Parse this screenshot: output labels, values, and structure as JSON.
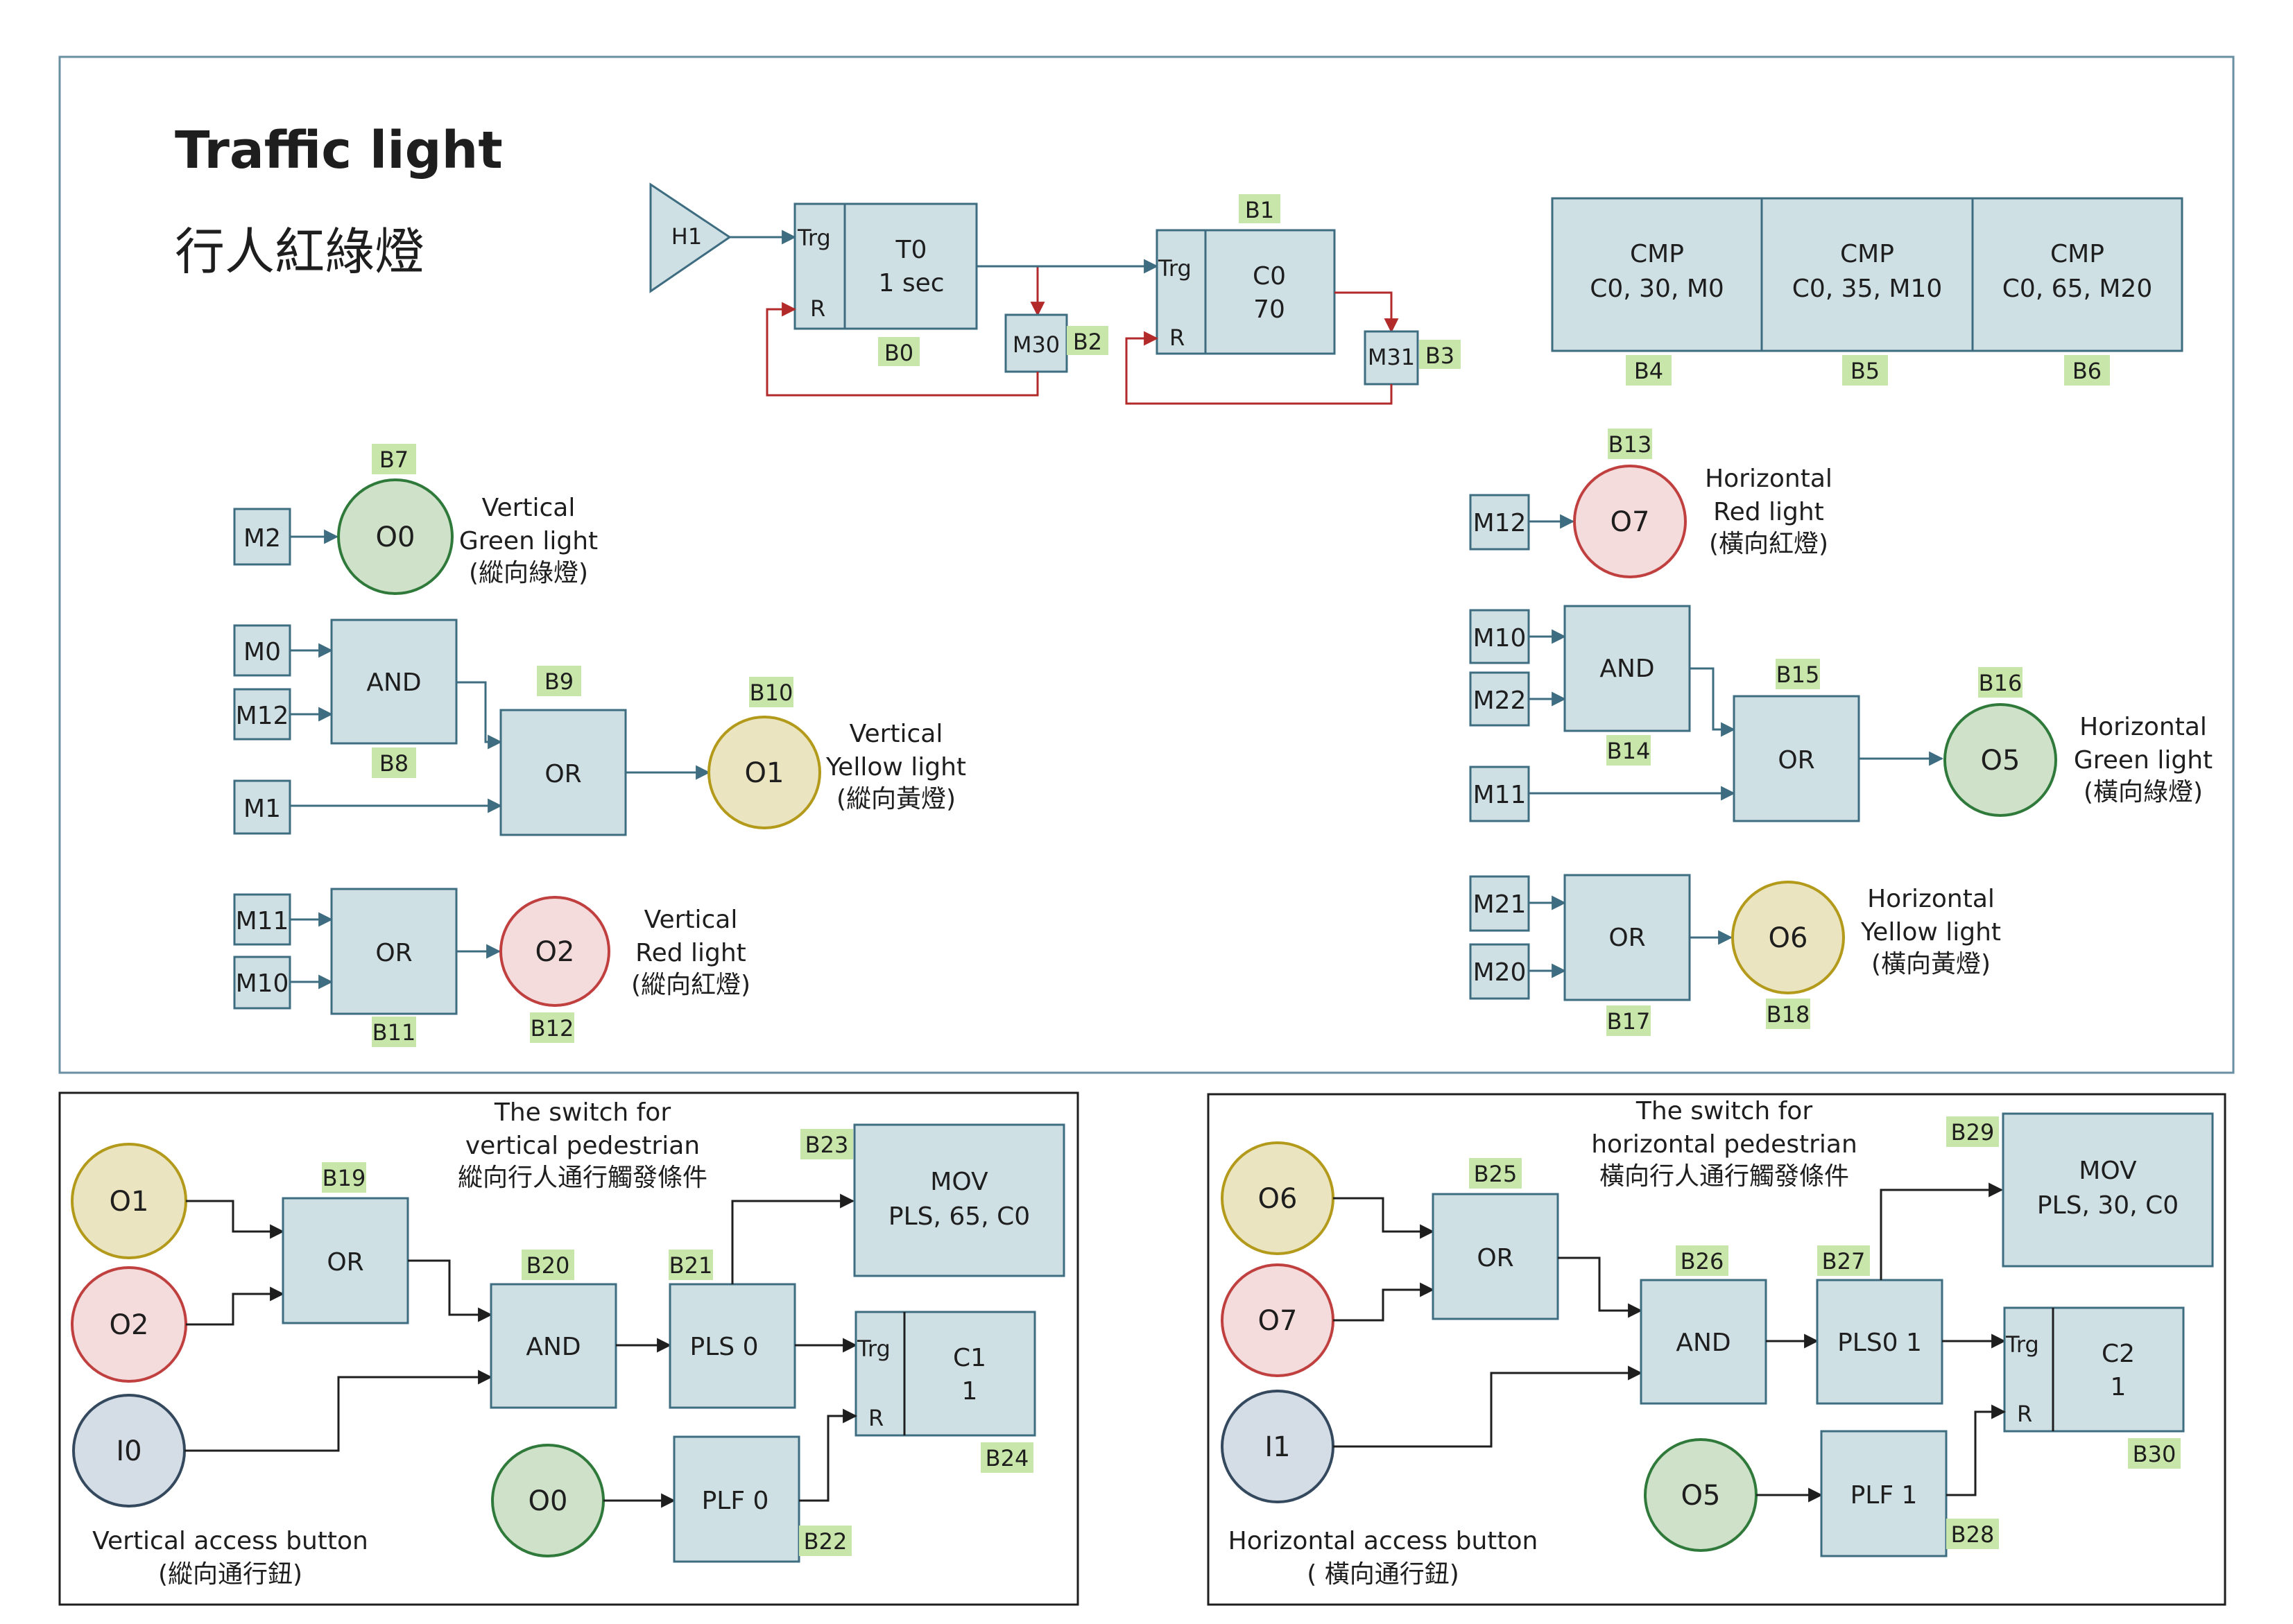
{
  "title": "Traffic light",
  "subtitle": "行人紅綠燈",
  "colors": {
    "block": "#cfe0e5",
    "wire_blue": "#3e6c80",
    "wire_red": "#b22a2a",
    "label_bg": "#c8e6a9",
    "green": "#2f7a3b",
    "yellow": "#b39a1b",
    "red": "#c04040",
    "dark": "#34495e"
  },
  "timer": {
    "input": "H1",
    "trg": "Trg",
    "r": "R",
    "t0_l1": "T0",
    "t0_l2": "1 sec",
    "b0": "B0",
    "m30": "M30",
    "b2": "B2",
    "b1": "B1",
    "c0_l1": "C0",
    "c0_l2": "70",
    "m31": "M31",
    "b3": "B3"
  },
  "cmp": [
    {
      "l1": "CMP",
      "l2": "C0, 30, M0",
      "lbl": "B4"
    },
    {
      "l1": "CMP",
      "l2": "C0, 35, M10",
      "lbl": "B5"
    },
    {
      "l1": "CMP",
      "l2": "C0, 65, M20",
      "lbl": "B6"
    }
  ],
  "vertical": {
    "green": {
      "in": "M2",
      "lbl": "B7",
      "out": "O0",
      "n1": "Vertical",
      "n2": "Green light",
      "n3": "(縱向綠燈)"
    },
    "yellow": {
      "in_a": "M0",
      "in_b": "M12",
      "and": "AND",
      "and_lbl": "B8",
      "in_c": "M1",
      "or": "OR",
      "or_lbl": "B9",
      "out": "O1",
      "out_lbl": "B10",
      "n1": "Vertical",
      "n2": "Yellow light",
      "n3": "(縱向黃燈)"
    },
    "red": {
      "in_a": "M11",
      "in_b": "M10",
      "or": "OR",
      "or_lbl": "B11",
      "out": "O2",
      "out_lbl": "B12",
      "n1": "Vertical",
      "n2": "Red light",
      "n3": "(縱向紅燈)"
    }
  },
  "horizontal": {
    "red": {
      "in": "M12",
      "lbl": "B13",
      "out": "O7",
      "n1": "Horizontal",
      "n2": "Red light",
      "n3": "(橫向紅燈)"
    },
    "green": {
      "in_a": "M10",
      "in_b": "M22",
      "and": "AND",
      "and_lbl": "B14",
      "in_c": "M11",
      "or": "OR",
      "or_lbl": "B15",
      "out": "O5",
      "out_lbl": "B16",
      "n1": "Horizontal",
      "n2": "Green light",
      "n3": "(橫向綠燈)"
    },
    "yellow": {
      "in_a": "M21",
      "in_b": "M20",
      "or": "OR",
      "or_lbl": "B17",
      "out": "O6",
      "out_lbl": "B18",
      "n1": "Horizontal",
      "n2": "Yellow light",
      "n3": "(橫向黃燈)"
    }
  },
  "switch_v": {
    "t1": "The switch for",
    "t2": "vertical pedestrian",
    "t3": "縱向行人通行觸發條件",
    "in1": "O1",
    "in2": "O2",
    "btn": "I0",
    "or": "OR",
    "or_lbl": "B19",
    "and": "AND",
    "and_lbl": "B20",
    "pls": "PLS 0",
    "pls_lbl": "B21",
    "mov_l1": "MOV",
    "mov_l2": "PLS, 65, C0",
    "mov_lbl": "B23",
    "trg": "Trg",
    "r": "R",
    "c_l1": "C1",
    "c_l2": "1",
    "c_lbl": "B24",
    "plf_in": "O0",
    "plf": "PLF 0",
    "plf_lbl": "B22",
    "b1": "Vertical access button",
    "b2": "(縱向通行鈕)"
  },
  "switch_h": {
    "t1": "The switch for",
    "t2": "horizontal pedestrian",
    "t3": "橫向行人通行觸發條件",
    "in1": "O6",
    "in2": "O7",
    "btn": "I1",
    "or": "OR",
    "or_lbl": "B25",
    "and": "AND",
    "and_lbl": "B26",
    "pls": "PLS0 1",
    "pls_lbl": "B27",
    "mov_l1": "MOV",
    "mov_l2": "PLS, 30, C0",
    "mov_lbl": "B29",
    "trg": "Trg",
    "r": "R",
    "c_l1": "C2",
    "c_l2": "1",
    "c_lbl": "B30",
    "plf_in": "O5",
    "plf": "PLF 1",
    "plf_lbl": "B28",
    "b1": "Horizontal access button",
    "b2": "( 橫向通行鈕)"
  }
}
